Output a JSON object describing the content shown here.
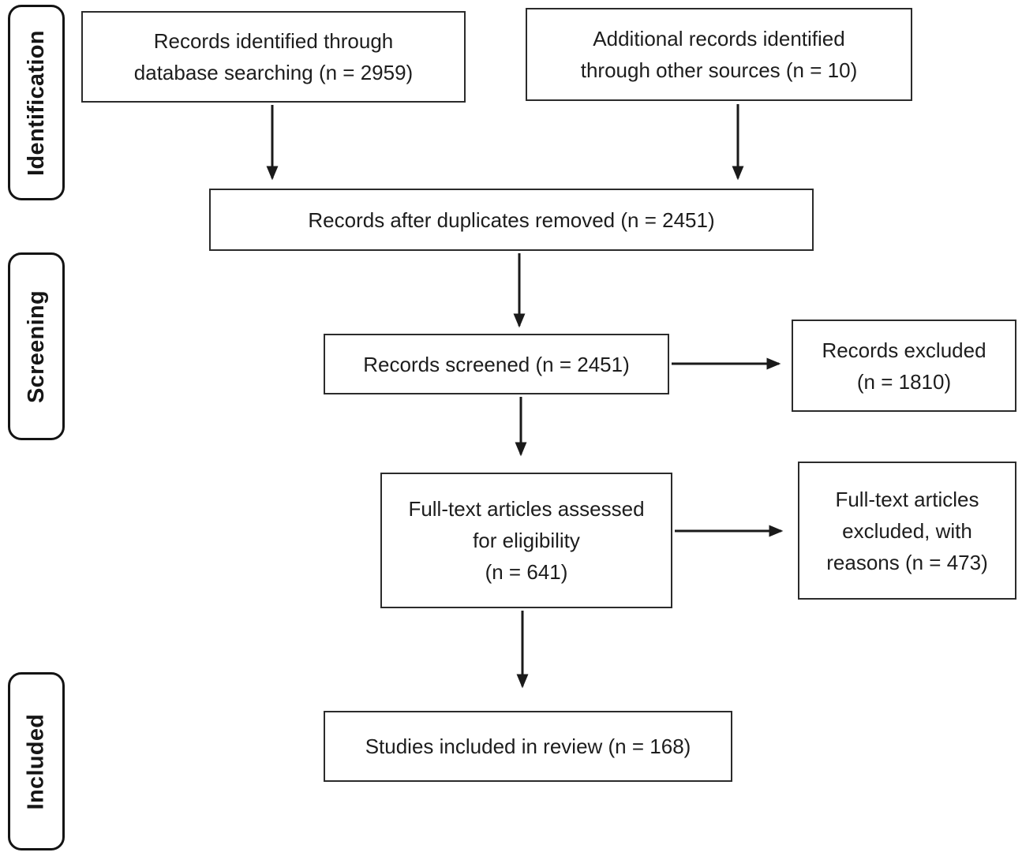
{
  "diagram_type": "PRISMA flow diagram",
  "colors": {
    "background": "#ffffff",
    "box_border": "#2b2b2b",
    "stage_border": "#141414",
    "arrow": "#1a1a1a",
    "text": "#1d1d1d"
  },
  "stages": {
    "identification": "Identification",
    "screening": "Screening",
    "included": "Included"
  },
  "boxes": {
    "records_identified": {
      "lines": [
        "Records identified through",
        "database searching (n = 2959)"
      ]
    },
    "additional_records": {
      "lines": [
        "Additional records identified",
        "through other sources (n = 10)"
      ]
    },
    "after_duplicates": {
      "lines": [
        "Records after duplicates removed (n = 2451)"
      ]
    },
    "records_screened": {
      "lines": [
        "Records screened (n = 2451)"
      ]
    },
    "records_excluded": {
      "lines": [
        "Records excluded",
        "(n = 1810)"
      ]
    },
    "fulltext_assessed": {
      "lines": [
        "Full-text articles assessed",
        "for eligibility",
        "(n = 641)"
      ]
    },
    "fulltext_excluded": {
      "lines": [
        "Full-text articles",
        "excluded, with",
        "reasons (n = 473)"
      ]
    },
    "studies_included": {
      "lines": [
        "Studies included in review (n = 168)"
      ]
    }
  },
  "counts": {
    "database_searching": 2959,
    "other_sources": 10,
    "after_duplicates_removed": 2451,
    "screened": 2451,
    "records_excluded": 1810,
    "fulltext_assessed": 641,
    "fulltext_excluded_with_reasons": 473,
    "studies_included_in_review": 168
  }
}
